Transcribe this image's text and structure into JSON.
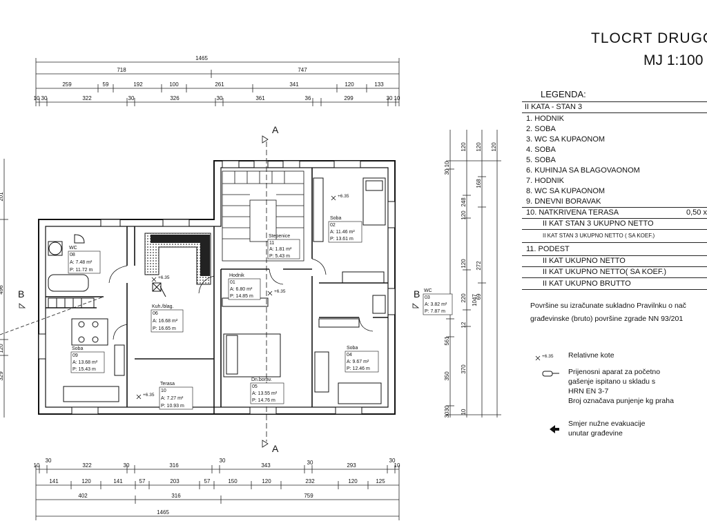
{
  "title": {
    "line1": "TLOCRT  DRUGO",
    "line2": "MJ 1:100"
  },
  "dims": {
    "top_total": "1465",
    "top_row2": [
      "718",
      "747"
    ],
    "top_row3": [
      "259",
      "59",
      "192",
      "100",
      "261",
      "341",
      "120",
      "133"
    ],
    "top_row4": [
      "10",
      "30",
      "322",
      "30",
      "326",
      "30",
      "361",
      "36",
      "299",
      "30",
      "10"
    ],
    "bottom_row1": [
      "10",
      "30",
      "322",
      "30",
      "316",
      "30",
      "343",
      "30",
      "293",
      "30",
      "10"
    ],
    "bottom_row2": [
      "141",
      "120",
      "141",
      "57",
      "203",
      "57",
      "150",
      "120",
      "232",
      "120",
      "125"
    ],
    "bottom_row3": [
      "402",
      "316",
      "759"
    ],
    "bottom_total": "1465",
    "right_col1": [
      "120",
      "248",
      "120",
      "220",
      "120",
      "370",
      "10"
    ],
    "right_col2": [
      "10",
      "30",
      "561",
      "12",
      "350",
      "30",
      "30"
    ],
    "right_col3": [
      "120",
      "168",
      "272",
      "69"
    ],
    "right_total": "1047",
    "left_col": [
      "201",
      "496",
      "120",
      "329"
    ]
  },
  "section_marks": {
    "a": "A",
    "b": "B"
  },
  "rooms": {
    "wc_left": {
      "name": "WC",
      "no": "08",
      "a": "A:    7.48 m²",
      "p": "P:    11.72 m"
    },
    "kuhinja": {
      "name": "Kuh./blag.",
      "no": "06",
      "a": "A:   16.68 m²",
      "p": "P:   16.65 m"
    },
    "stepenice": {
      "name": "Stepenice",
      "no": "11",
      "a": "A:    1.81 m²",
      "p": "P:    5.43 m"
    },
    "hodnik": {
      "name": "Hodnik",
      "no": "01",
      "a": "A:    6.80 m²",
      "p": "P:   14.85 m"
    },
    "soba_top": {
      "name": "Soba",
      "no": "02",
      "a": "A:   11.46 m²",
      "p": "P:   13.61 m"
    },
    "wc_right": {
      "name": "WC",
      "no": "03",
      "a": "A:   3.82 m²",
      "p": "P:   7.87 m"
    },
    "soba_left": {
      "name": "Soba",
      "no": "09",
      "a": "A:   13.68 m²",
      "p": "P:   15.43 m"
    },
    "terasa": {
      "name": "Terasa",
      "no": "10",
      "a": "A:    7.27 m²",
      "p": "P:  10.93 m"
    },
    "dnboravak": {
      "name": "Dn.borav.",
      "no": "05",
      "a": "A:   13.55 m²",
      "p": "P:   14.76 m"
    },
    "soba_right": {
      "name": "Soba",
      "no": "04",
      "a": "A:    9.67 m²",
      "p": "P:   12.46 m"
    }
  },
  "levels": {
    "l1": "+6.35",
    "l2": "+6.35",
    "l3": "+6.35",
    "l4": "+6.35",
    "l5": "+6.35"
  },
  "legend": {
    "heading": "LEGENDA:",
    "floor": "II KATA  - STAN 3",
    "items": [
      "1.  HODNIK",
      "2.  SOBA",
      "3.  WC SA KUPAONOM",
      "4.  SOBA",
      "5.  SOBA",
      "6.  KUHINJA SA BLAGOVAONOM",
      "7.  HODNIK",
      "8.  WC SA KUPAONOM",
      "9.  DNEVNI  BORAVAK",
      "10. NATKRIVENA  TERASA"
    ],
    "terasa_coef": "0,50 x",
    "total_netto": "II KAT  STAN 3  UKUPNO NETTO",
    "total_koef": "II KAT  STAN 3  UKUPNO NETTO ( SA KOEF.)",
    "podest": "11. PODEST",
    "kat_netto": "II KAT  UKUPNO NETTO",
    "kat_koef": "II KAT  UKUPNO NETTO( SA KOEF.)",
    "kat_brutto": "II KAT  UKUPNO  BRUTTO"
  },
  "note": {
    "line1": "Površine su izračunate sukladno  Pravilnku o nač",
    "line2": "građevinske (bruto) površine zgrade NN 93/201"
  },
  "symbols": {
    "level_sample": "+6.35",
    "relativne": "Relativne  kote",
    "aparat": [
      "Prijenosni aparat za početno",
      "gašenje ispitano u skladu s",
      "HRN EN 3-7",
      "Broj označava punjenje kg praha"
    ],
    "evakuacija": [
      "Smjer  nužne evakuacije",
      "unutar građevine"
    ]
  }
}
